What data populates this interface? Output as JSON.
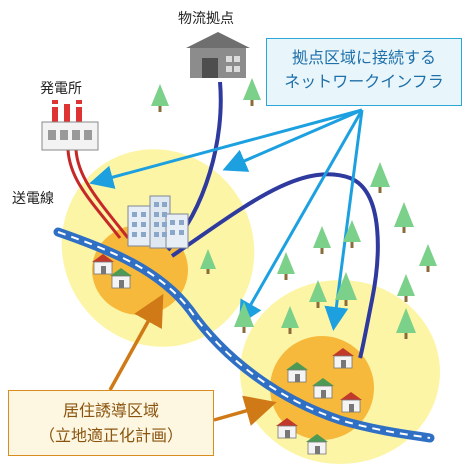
{
  "labels": {
    "logistics": "物流拠点",
    "power_plant": "発電所",
    "power_line": "送電線"
  },
  "callouts": {
    "network_line1": "拠点区域に接続する",
    "network_line2": "ネットワークインフラ",
    "residence_line1": "居住誘導区域",
    "residence_line2": "（立地適正化計画）"
  },
  "colors": {
    "zone_outer": "#fdf5a6",
    "zone_inner": "#f6b93b",
    "river": "#2f6fc4",
    "network_dark": "#2f3a9e",
    "network_light": "#1da0e0",
    "power_line": "#c62828",
    "tree": "#7bd08a",
    "arrow_orange": "#cf7a16"
  },
  "icons": [
    "factory-icon",
    "warehouse-icon",
    "building-icon",
    "house-icon",
    "tree-icon"
  ]
}
